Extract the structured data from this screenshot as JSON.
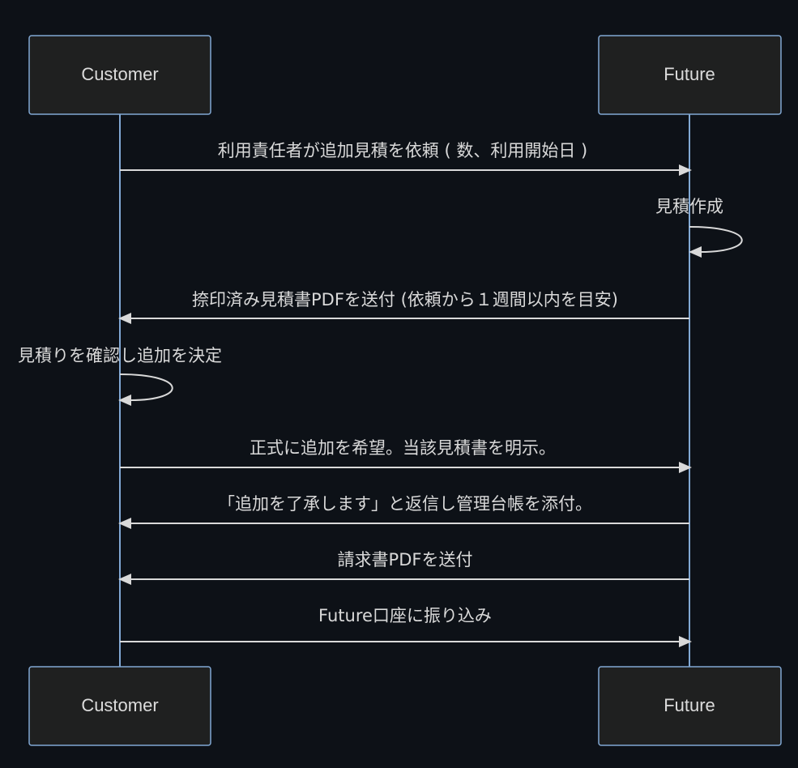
{
  "actors": {
    "customer": "Customer",
    "future": "Future"
  },
  "messages": [
    {
      "from": "customer",
      "to": "future",
      "text": "利用責任者が追加見積を依頼 ( 数、利用開始日 )"
    },
    {
      "from": "future",
      "to": "future",
      "text": "見積作成"
    },
    {
      "from": "future",
      "to": "customer",
      "text": "捺印済み見積書PDFを送付 (依頼から１週間以内を目安)"
    },
    {
      "from": "customer",
      "to": "customer",
      "text": "見積りを確認し追加を決定"
    },
    {
      "from": "customer",
      "to": "future",
      "text": "正式に追加を希望。当該見積書を明示。"
    },
    {
      "from": "future",
      "to": "customer",
      "text": "「追加を了承します」と返信し管理台帳を添付。"
    },
    {
      "from": "future",
      "to": "customer",
      "text": "請求書PDFを送付"
    },
    {
      "from": "customer",
      "to": "future",
      "text": "Future口座に振り込み"
    }
  ]
}
